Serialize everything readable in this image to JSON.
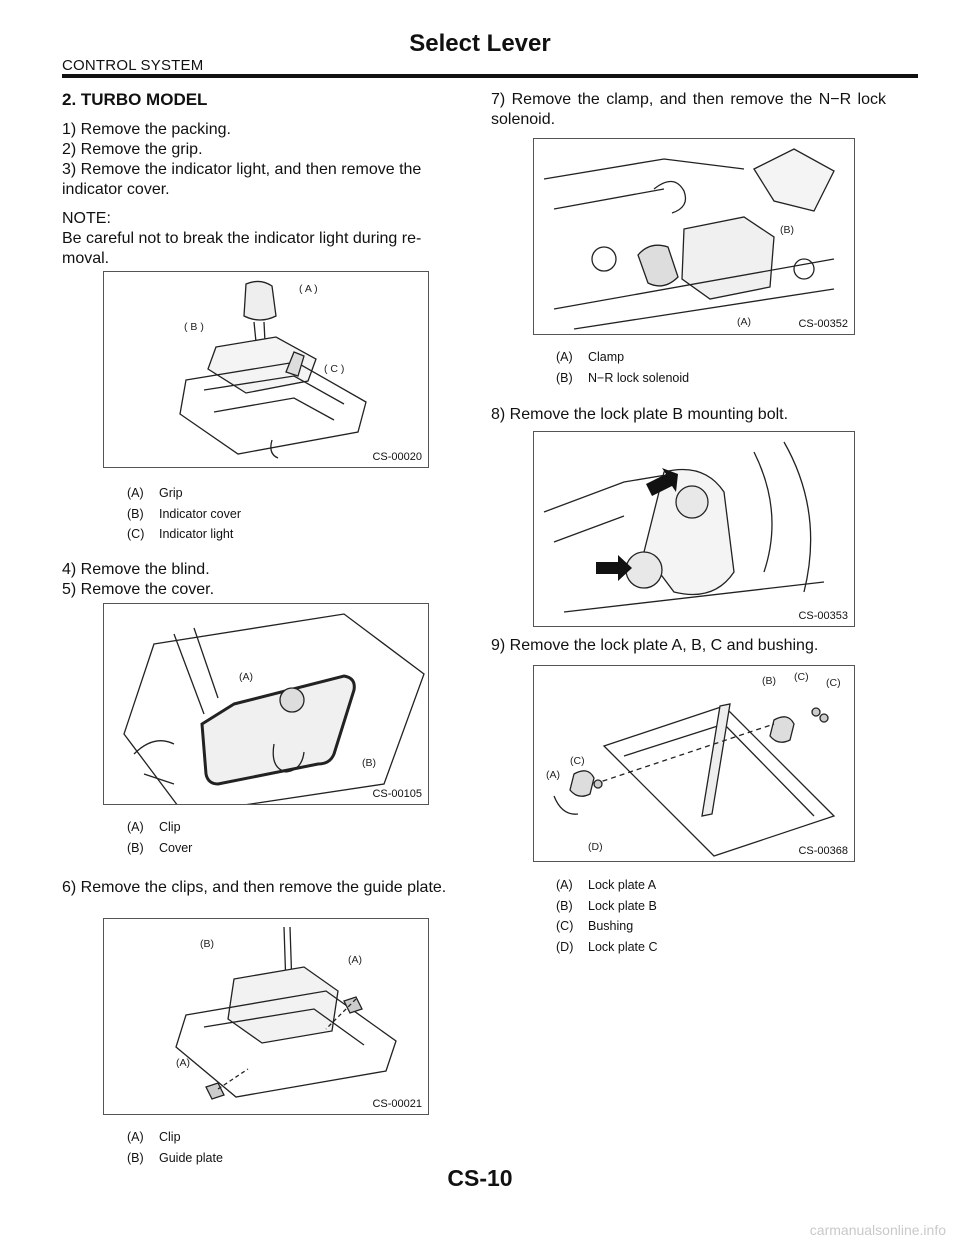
{
  "header": {
    "title": "Select Lever",
    "section": "CONTROL SYSTEM"
  },
  "left": {
    "heading": "2. TURBO MODEL",
    "steps_1_3": [
      "1) Remove the packing.",
      "2) Remove the grip.",
      "3) Remove the indicator light, and then remove the indicator cover."
    ],
    "note_label": "NOTE:",
    "note_text": "Be careful not to break the indicator light during re-moval.",
    "fig1": {
      "id": "CS-00020",
      "callouts": [
        "( A )",
        "( B )",
        "( C )"
      ],
      "legend": [
        {
          "key": "(A)",
          "text": "Grip"
        },
        {
          "key": "(B)",
          "text": "Indicator cover"
        },
        {
          "key": "(C)",
          "text": "Indicator light"
        }
      ]
    },
    "steps_4_5": [
      "4) Remove the blind.",
      "5) Remove the cover."
    ],
    "fig2": {
      "id": "CS-00105",
      "callouts": [
        "(A)",
        "(B)"
      ],
      "legend": [
        {
          "key": "(A)",
          "text": "Clip"
        },
        {
          "key": "(B)",
          "text": "Cover"
        }
      ]
    },
    "step_6": "6) Remove the clips, and then remove the guide plate.",
    "fig3": {
      "id": "CS-00021",
      "callouts": [
        "(B)",
        "(A)",
        "(A)"
      ],
      "legend": [
        {
          "key": "(A)",
          "text": "Clip"
        },
        {
          "key": "(B)",
          "text": "Guide plate"
        }
      ]
    }
  },
  "right": {
    "step_7": "7) Remove the clamp, and then remove the N−R lock solenoid.",
    "fig4": {
      "id": "CS-00352",
      "callouts": [
        "(B)",
        "(A)"
      ],
      "legend": [
        {
          "key": "(A)",
          "text": "Clamp"
        },
        {
          "key": "(B)",
          "text": "N−R lock solenoid"
        }
      ]
    },
    "step_8": "8) Remove the lock plate B mounting bolt.",
    "fig5": {
      "id": "CS-00353"
    },
    "step_9": "9) Remove the lock plate A, B, C and bushing.",
    "fig6": {
      "id": "CS-00368",
      "callouts": [
        "(B)",
        "(C)",
        "(C)",
        "(C)",
        "(A)",
        "(D)"
      ],
      "legend": [
        {
          "key": "(A)",
          "text": "Lock plate A"
        },
        {
          "key": "(B)",
          "text": "Lock plate B"
        },
        {
          "key": "(C)",
          "text": "Bushing"
        },
        {
          "key": "(D)",
          "text": "Lock plate C"
        }
      ]
    }
  },
  "footer": {
    "page": "CS-10",
    "watermark": "carmanualsonline.info"
  }
}
